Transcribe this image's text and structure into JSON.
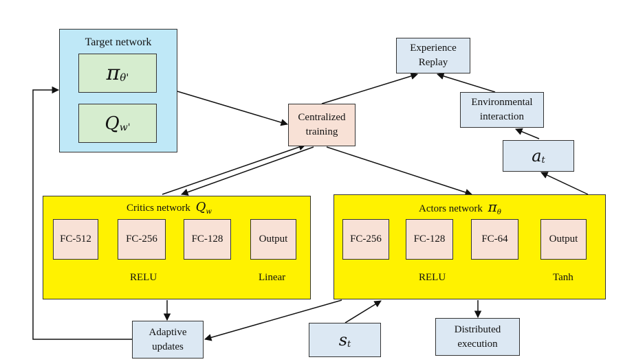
{
  "target": {
    "title": "Target network",
    "pi": {
      "sym": "π",
      "sub": "θ'"
    },
    "q": {
      "sym": "Q",
      "sub": "w'"
    }
  },
  "experience": {
    "line1": "Experience",
    "line2": "Replay"
  },
  "environment": {
    "line1": "Environmental",
    "line2": "interaction"
  },
  "centralized": {
    "line1": "Centralized",
    "line2": "training"
  },
  "action": {
    "sym": "a",
    "sub": "t"
  },
  "state": {
    "sym": "s",
    "sub": "t"
  },
  "critics": {
    "title": "Critics network",
    "sym": "Q",
    "sub": "w",
    "layers": [
      "FC-512",
      "FC-256",
      "FC-128",
      "Output"
    ],
    "activation": "RELU",
    "output_activation": "Linear"
  },
  "actors": {
    "title": "Actors network",
    "sym": "π",
    "sub": "θ",
    "layers": [
      "FC-256",
      "FC-128",
      "FC-64",
      "Output"
    ],
    "activation": "RELU",
    "output_activation": "Tanh"
  },
  "adaptive": {
    "line1": "Adaptive",
    "line2": "updates"
  },
  "distributed": {
    "line1": "Distributed",
    "line2": "execution"
  }
}
